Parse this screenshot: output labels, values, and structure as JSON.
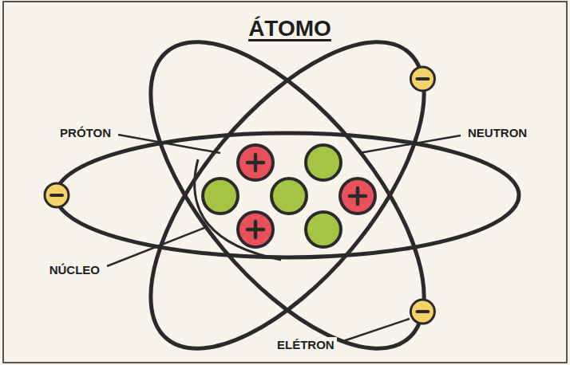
{
  "diagram": {
    "title": "ÁTOMO",
    "labels": [
      "PRÓTON",
      "NEUTRON",
      "NÚCLEO",
      "ELÉTRON"
    ]
  }
}
